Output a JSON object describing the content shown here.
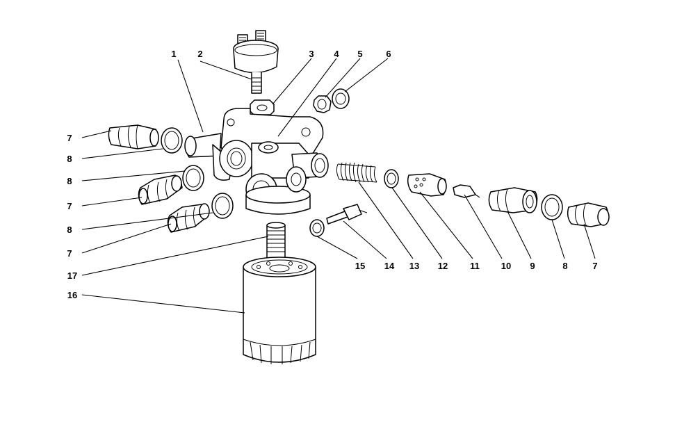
{
  "callouts": [
    {
      "id": "c1",
      "label": "1"
    },
    {
      "id": "c2",
      "label": "2"
    },
    {
      "id": "c3",
      "label": "3"
    },
    {
      "id": "c4",
      "label": "4"
    },
    {
      "id": "c5",
      "label": "5"
    },
    {
      "id": "c6",
      "label": "6"
    },
    {
      "id": "c7a",
      "label": "7"
    },
    {
      "id": "c8a",
      "label": "8"
    },
    {
      "id": "c8b",
      "label": "8"
    },
    {
      "id": "c7b",
      "label": "7"
    },
    {
      "id": "c8c",
      "label": "8"
    },
    {
      "id": "c7c",
      "label": "7"
    },
    {
      "id": "c17",
      "label": "17"
    },
    {
      "id": "c16",
      "label": "16"
    },
    {
      "id": "c15",
      "label": "15"
    },
    {
      "id": "c14",
      "label": "14"
    },
    {
      "id": "c13",
      "label": "13"
    },
    {
      "id": "c12",
      "label": "12"
    },
    {
      "id": "c11",
      "label": "11"
    },
    {
      "id": "c10",
      "label": "10"
    },
    {
      "id": "c9",
      "label": "9"
    },
    {
      "id": "c8d",
      "label": "8"
    },
    {
      "id": "c7d",
      "label": "7"
    }
  ]
}
